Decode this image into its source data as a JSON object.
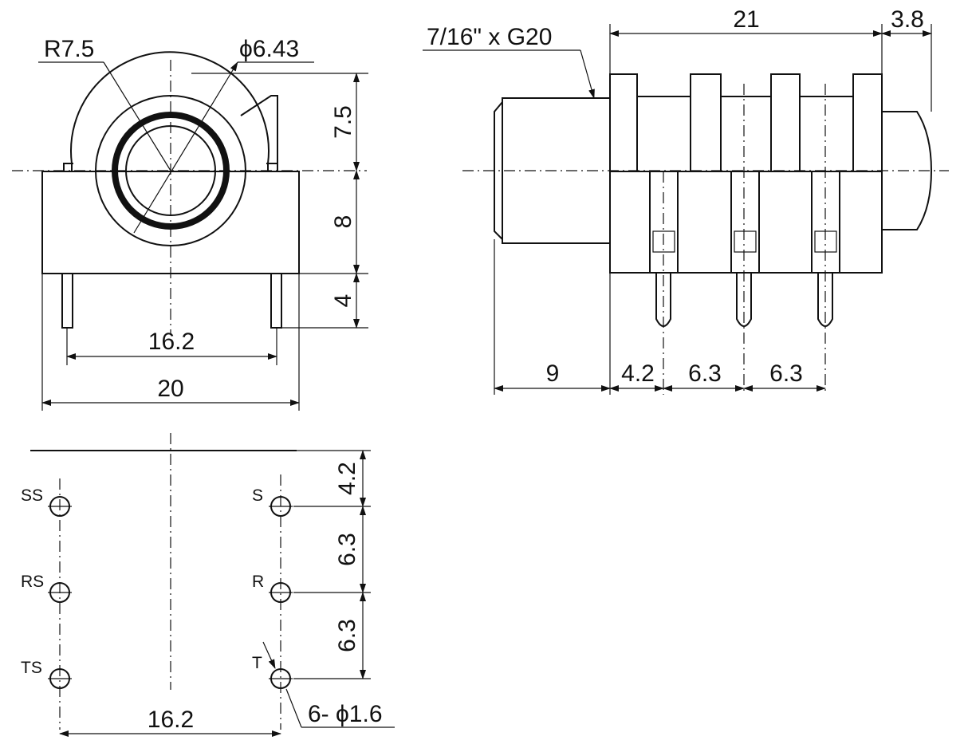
{
  "front_view": {
    "radius_label": "R7.5",
    "bore_label": "ϕ6.43",
    "dim_top_height": "7.5",
    "dim_mid_height": "8",
    "dim_pin_length": "4",
    "dim_pin_pitch": "16.2",
    "dim_body_width": "20"
  },
  "side_view": {
    "thread_label": "7/16\" x G20",
    "dim_body_length": "21",
    "dim_tail": "3.8",
    "dim_bushing": "9",
    "dim_pin_offset": "4.2",
    "dim_pin_spacing_1": "6.3",
    "dim_pin_spacing_2": "6.3"
  },
  "bottom_view": {
    "dim_first_row": "4.2",
    "dim_row_spacing_1": "6.3",
    "dim_row_spacing_2": "6.3",
    "dim_pin_pitch": "16.2",
    "hole_callout": "6- ϕ1.6",
    "left_pins": [
      "SS",
      "RS",
      "TS"
    ],
    "right_pins": [
      "S",
      "R",
      "T"
    ]
  }
}
